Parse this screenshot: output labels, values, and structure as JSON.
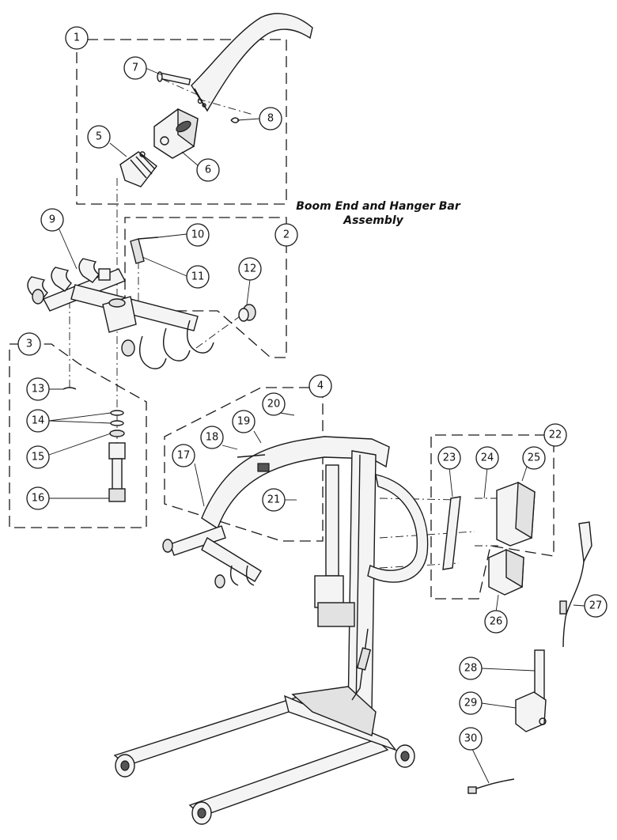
{
  "title": {
    "line1": "Boom End and Hanger Bar",
    "line2": "Assembly"
  },
  "callouts": [
    "1",
    "2",
    "3",
    "4",
    "5",
    "6",
    "7",
    "8",
    "9",
    "10",
    "11",
    "12",
    "13",
    "14",
    "15",
    "16",
    "17",
    "18",
    "19",
    "20",
    "21",
    "22",
    "23",
    "24",
    "25",
    "26",
    "27",
    "28",
    "29",
    "30"
  ],
  "colors": {
    "ink": "#1a1a1a",
    "fill": "#f4f4f4",
    "shade": "#e2e2e2"
  }
}
